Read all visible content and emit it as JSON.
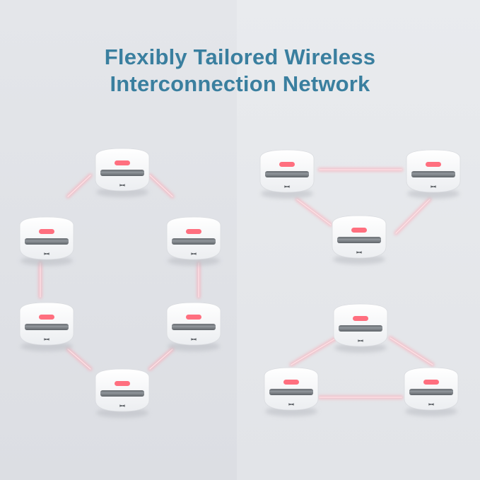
{
  "headline": {
    "line1": "Flexibly Tailored Wireless",
    "line2": "Interconnection Network"
  },
  "colors": {
    "headline": "#3a7f9f",
    "link_glow": "#ff9aa8",
    "alarm_button": "#ff6f7f"
  },
  "icons": {
    "device": "smoke-detector-icon",
    "link": "wireless-link-icon"
  },
  "networks": [
    {
      "name": "hexagon-network",
      "devices": 6
    },
    {
      "name": "triangle-network-upper",
      "devices": 3
    },
    {
      "name": "triangle-network-lower",
      "devices": 3
    }
  ]
}
